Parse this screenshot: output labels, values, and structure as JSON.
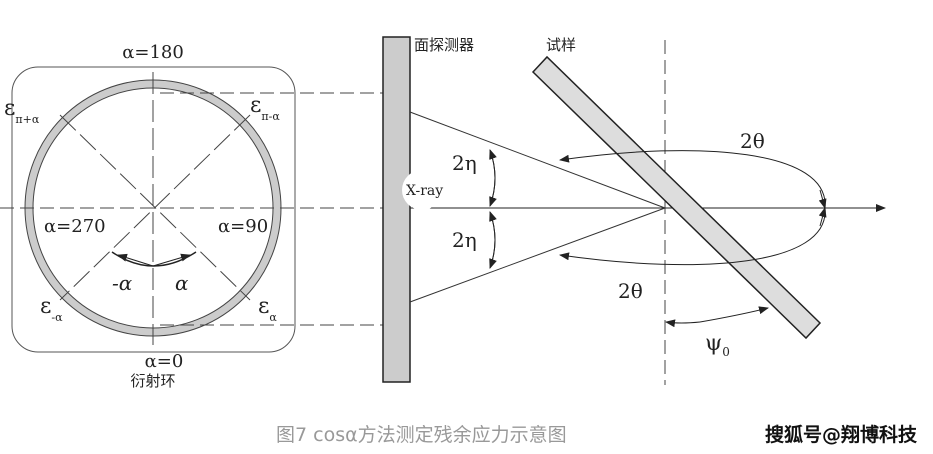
{
  "diagram": {
    "ring": {
      "alpha_180": "α=180",
      "alpha_270": "α=270",
      "alpha_90": "α=90",
      "alpha_0": "α=0",
      "neg_alpha": "-α",
      "pos_alpha": "α",
      "ring_name": "衍射环",
      "eps_pi_plus_alpha": {
        "base": "ε",
        "sub": "π+α"
      },
      "eps_pi_minus_alpha": {
        "base": "ε",
        "sub": "π-α"
      },
      "eps_neg_alpha": {
        "base": "ε",
        "sub": "-α"
      },
      "eps_alpha": {
        "base": "ε",
        "sub": "α"
      }
    },
    "detector_label": "面探测器",
    "specimen_label": "试样",
    "xray_label": "X-ray",
    "eta_top": "2η",
    "eta_bottom": "2η",
    "theta_top": "2θ",
    "theta_bottom": "2θ",
    "psi": {
      "base": "ψ",
      "sub": "0"
    },
    "colors": {
      "fill": "#cccccc",
      "line": "#333333"
    }
  },
  "caption": "图7 cosα方法测定残余应力示意图",
  "watermark": "搜狐号@翔博科技"
}
